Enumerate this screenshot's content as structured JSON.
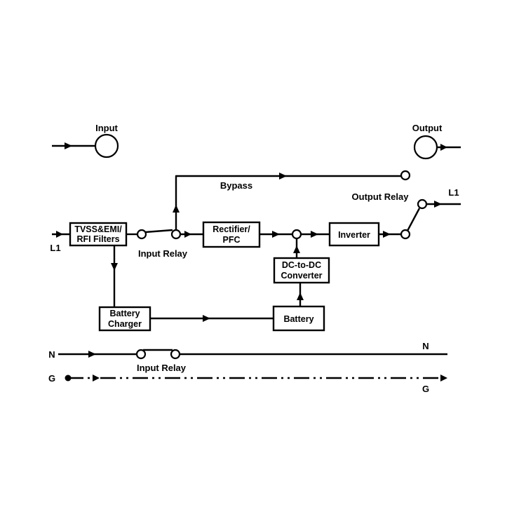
{
  "legend": {
    "input_label": "Input",
    "output_label": "Output"
  },
  "labels": {
    "bypass": "Bypass",
    "output_relay": "Output Relay",
    "l1_in": "L1",
    "l1_out": "L1",
    "input_relay_top": "Input Relay",
    "input_relay_bottom": "Input Relay",
    "n_left": "N",
    "n_right": "N",
    "g_left": "G",
    "g_right": "G"
  },
  "blocks": {
    "filters": [
      "TVSS&EMI/",
      "RFI Filters"
    ],
    "rectifier": [
      "Rectifier/",
      "PFC"
    ],
    "inverter": [
      "Inverter"
    ],
    "dcdc": [
      "DC-to-DC",
      "Converter"
    ],
    "charger": [
      "Battery",
      "Charger"
    ],
    "battery": [
      "Battery"
    ]
  }
}
